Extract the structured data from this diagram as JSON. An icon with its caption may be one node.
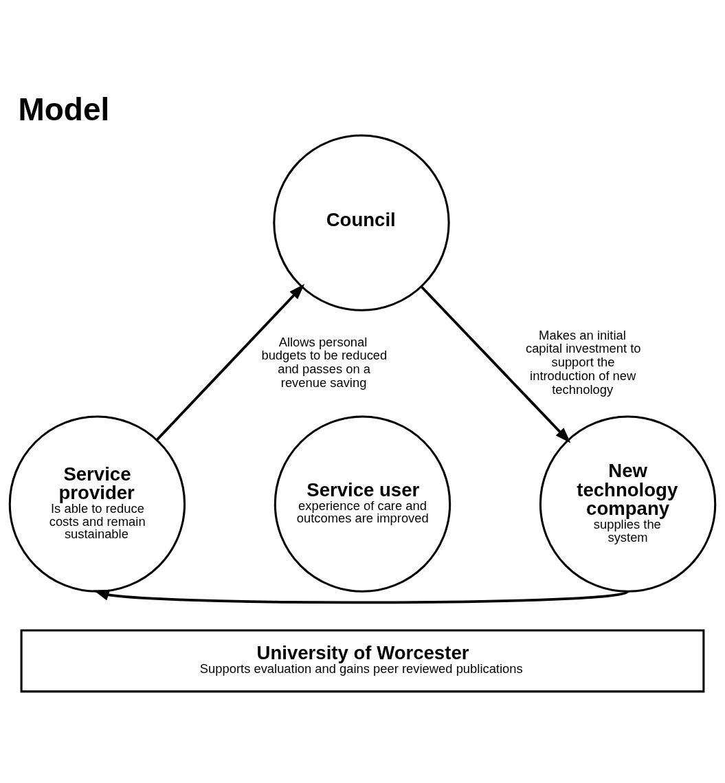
{
  "diagram": {
    "title": "Model",
    "nodes": [
      {
        "text": [
          "Council"
        ]
      },
      {
        "text": [
          "Service user",
          "experience of care and outcomes are improved"
        ]
      },
      {
        "text": [
          "New technology company",
          "supplies the system"
        ]
      },
      {
        "text": [
          "Service provider",
          "Is able to reduce costs and remain sustainable"
        ]
      },
      {
        "text": [
          "University of Worcester",
          "Supports evaluation and gains peer reviewed publications"
        ]
      }
    ],
    "edges": [
      {
        "from": 0,
        "to": 2,
        "arrow": "to",
        "label": "Makes an initial capital investment to support the introduction of new technology"
      },
      {
        "from": 2,
        "to": 3,
        "arrow": "to"
      },
      {
        "from": 3,
        "to": 0,
        "arrow": "to",
        "label": "Allows personal budgets to be reduced and passes on a revenue saving"
      }
    ]
  }
}
